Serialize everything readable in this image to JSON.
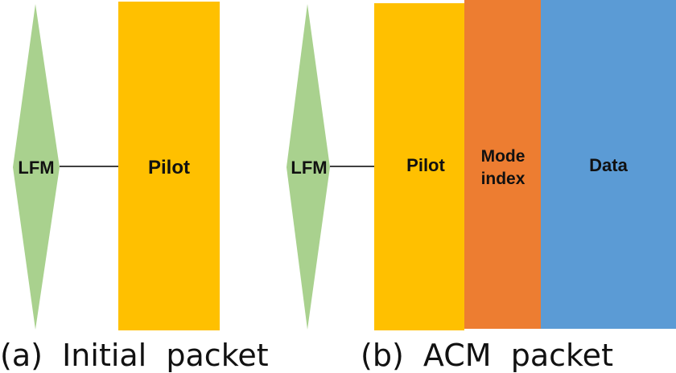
{
  "colors": {
    "lfm": "#a9d18e",
    "pilot": "#ffc000",
    "mode_index": "#ed7d31",
    "data": "#5b9bd5",
    "connector": "#000000"
  },
  "panel_a": {
    "lfm_label": "LFM",
    "pilot_label": "Pilot",
    "caption": "(a)  Initial  packet"
  },
  "panel_b": {
    "lfm_label": "LFM",
    "pilot_label": "Pilot",
    "mode_label_line1": "Mode",
    "mode_label_line2": "index",
    "data_label": "Data",
    "caption": "(b)  ACM  packet"
  }
}
